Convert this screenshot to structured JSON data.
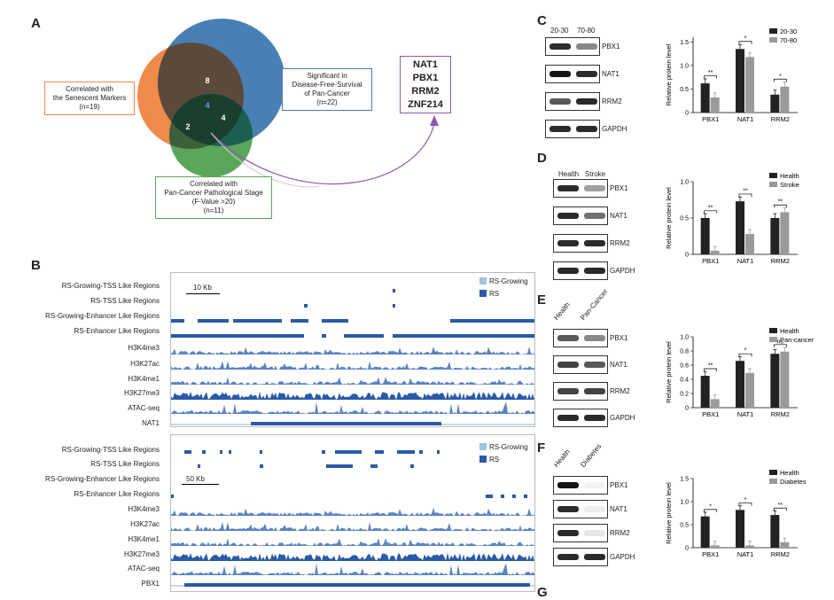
{
  "panels": {
    "A": "A",
    "B": "B",
    "C": "C",
    "D": "D",
    "E": "E",
    "F": "F",
    "G": "G"
  },
  "venn": {
    "regions": [
      "8",
      "4",
      "4",
      "2"
    ],
    "senescent": "Correlated with\nthe Senescent Markers\n(n=19)",
    "dfs": "Significant in\nDisease-Free-Survival\nof Pan-Cancer\n(n=22)",
    "stage": "Correlated with\nPan-Cancer Pathological Stage\n(F-Value >20)\n(n=11)",
    "genes": [
      "NAT1",
      "PBX1",
      "RRM2",
      "ZNF214"
    ],
    "colors": {
      "orange": "#f08a4b",
      "blue": "#4a7fb5",
      "green": "#5aa65a",
      "purple": "#8e5aa8"
    }
  },
  "browser": {
    "top": {
      "scale": "10 Kb",
      "labels": [
        "RS-Growing-TSS Like Regions",
        "RS-TSS Like Regions",
        "RS-Growing-Enhancer Like Regions",
        "RS-Enhancer Like Regions",
        "H3K4me3",
        "H3K27ac",
        "H3K4me1",
        "H3K27me3",
        "ATAC-seq",
        "NAT1"
      ],
      "legend": [
        "RS-Growing",
        "RS"
      ]
    },
    "bottom": {
      "scale": "50 Kb",
      "labels": [
        "RS-Growing-TSS Like Regions",
        "RS-TSS Like Regions",
        "RS-Growing-Enhancer Like Regions",
        "RS-Enhancer Like Regions",
        "H3K4me3",
        "H3K27ac",
        "H3K4me1",
        "H3K27me3",
        "ATAC-seq",
        "PBX1"
      ],
      "legend": [
        "RS-Growing",
        "RS"
      ]
    },
    "colors": {
      "light": "#9fc5e0",
      "dark": "#2a5aa8"
    }
  },
  "westerns": {
    "C": {
      "cols": [
        "20-30",
        "70-80"
      ],
      "rows": [
        "PBX1",
        "NAT1",
        "RRM2",
        "GAPDH"
      ]
    },
    "D": {
      "cols": [
        "Health",
        "Stroke"
      ],
      "rows": [
        "PBX1",
        "NAT1",
        "RRM2",
        "GAPDH"
      ]
    },
    "E": {
      "cols": [
        "Health",
        "Pan-Cancer"
      ],
      "rows": [
        "PBX1",
        "NAT1",
        "RRM2",
        "GAPDH"
      ]
    },
    "F": {
      "cols": [
        "Health",
        "Diabetes"
      ],
      "rows": [
        "PBX1",
        "NAT1",
        "RRM2",
        "GAPDH"
      ]
    }
  },
  "chart_data": [
    {
      "type": "bar",
      "categories": [
        "PBX1",
        "NAT1",
        "RRM2"
      ],
      "ylabel": "Relative protein level",
      "ylim": [
        0,
        1.6
      ],
      "yticks": [
        0,
        0.5,
        1.0,
        1.5
      ],
      "series": [
        {
          "name": "20-30",
          "values": [
            0.62,
            1.35,
            0.38
          ]
        },
        {
          "name": "70-80",
          "values": [
            0.32,
            1.18,
            0.55
          ]
        }
      ],
      "significance": [
        "**",
        "*",
        "*"
      ],
      "colors": [
        "#222222",
        "#9a9a9a"
      ],
      "legend": "top-right"
    },
    {
      "type": "bar",
      "categories": [
        "PBX1",
        "NAT1",
        "RRM2"
      ],
      "ylabel": "Relative protein level",
      "ylim": [
        0,
        1.0
      ],
      "yticks": [
        0,
        0.5,
        1.0
      ],
      "series": [
        {
          "name": "Health",
          "values": [
            0.5,
            0.73,
            0.5
          ]
        },
        {
          "name": "Stroke",
          "values": [
            0.05,
            0.28,
            0.58
          ]
        }
      ],
      "significance": [
        "**",
        "**",
        "**"
      ],
      "colors": [
        "#222222",
        "#9a9a9a"
      ],
      "legend": "top-right"
    },
    {
      "type": "bar",
      "categories": [
        "PBX1",
        "NAT1",
        "RRM2"
      ],
      "ylabel": "Relative protein level",
      "ylim": [
        0,
        1.0
      ],
      "yticks": [
        0,
        0.2,
        0.4,
        0.6,
        0.8,
        1.0
      ],
      "series": [
        {
          "name": "Health",
          "values": [
            0.45,
            0.66,
            0.76
          ]
        },
        {
          "name": "Pan-cancer",
          "values": [
            0.12,
            0.49,
            0.79
          ]
        }
      ],
      "significance": [
        "**",
        "*",
        "ns"
      ],
      "colors": [
        "#222222",
        "#9a9a9a"
      ],
      "legend": "top-right"
    },
    {
      "type": "bar",
      "categories": [
        "PBX1",
        "NAT1",
        "RRM2"
      ],
      "ylabel": "Relative protein level",
      "ylim": [
        0,
        1.5
      ],
      "yticks": [
        0,
        0.5,
        1.0,
        1.5
      ],
      "series": [
        {
          "name": "Health",
          "values": [
            0.68,
            0.82,
            0.71
          ]
        },
        {
          "name": "Diabetes",
          "values": [
            0.05,
            0.05,
            0.12
          ]
        }
      ],
      "significance": [
        "*",
        "*",
        "**"
      ],
      "colors": [
        "#222222",
        "#9a9a9a"
      ],
      "legend": "top-right"
    }
  ]
}
